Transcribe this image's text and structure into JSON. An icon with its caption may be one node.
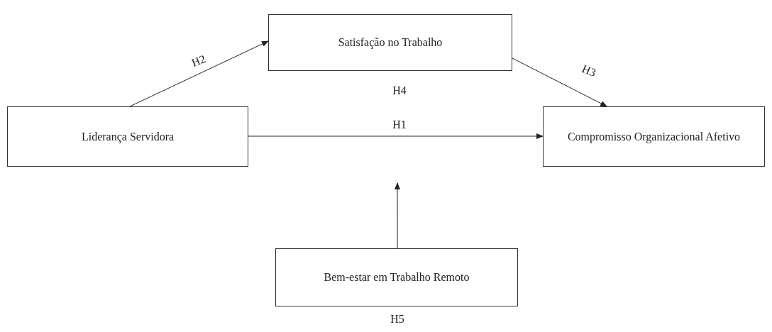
{
  "diagram": {
    "nodes": [
      {
        "text": [
          "Satisfação no Trabalho"
        ]
      },
      {
        "text": [
          "Liderança Servidora"
        ]
      },
      {
        "text": [
          "Compromisso Organizacional Afetivo"
        ]
      },
      {
        "text": [
          "Bem-estar em Trabalho Remoto"
        ]
      }
    ],
    "edges": [
      {
        "from": 1,
        "to": 0,
        "arrow": "to",
        "label": "H2"
      },
      {
        "from": 0,
        "to": 2,
        "arrow": "to",
        "label": "H3"
      },
      {
        "from": 1,
        "to": 2,
        "arrow": "to",
        "label": "H1"
      },
      {
        "from": 3,
        "to": null,
        "arrow": "to"
      }
    ],
    "labels": [
      "H4",
      "H5"
    ]
  }
}
